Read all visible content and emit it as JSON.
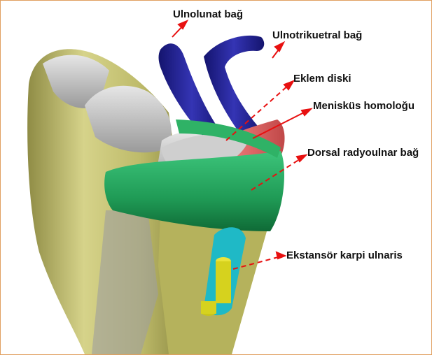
{
  "labels": {
    "ulnolunate": "Ulnolunat bağ",
    "ulnotriquetral": "Ulnotrikuetral bağ",
    "articular_disc": "Eklem diski",
    "meniscus_homolog": "Menisküs homoloğu",
    "dorsal_radioulnar": "Dorsal radyoulnar bağ",
    "ecu": "Ekstansör karpi ulnaris"
  },
  "colors": {
    "arrow": "#e81010",
    "bone": "#c8c472",
    "carpal": "#c4c4c4",
    "ligament_blue": "#26269a",
    "ligament_green": "#1f9a55",
    "meniscus": "#d95a5a",
    "tendon_cyan": "#1fb9c6",
    "tendon_yellow": "#d6d21e"
  }
}
